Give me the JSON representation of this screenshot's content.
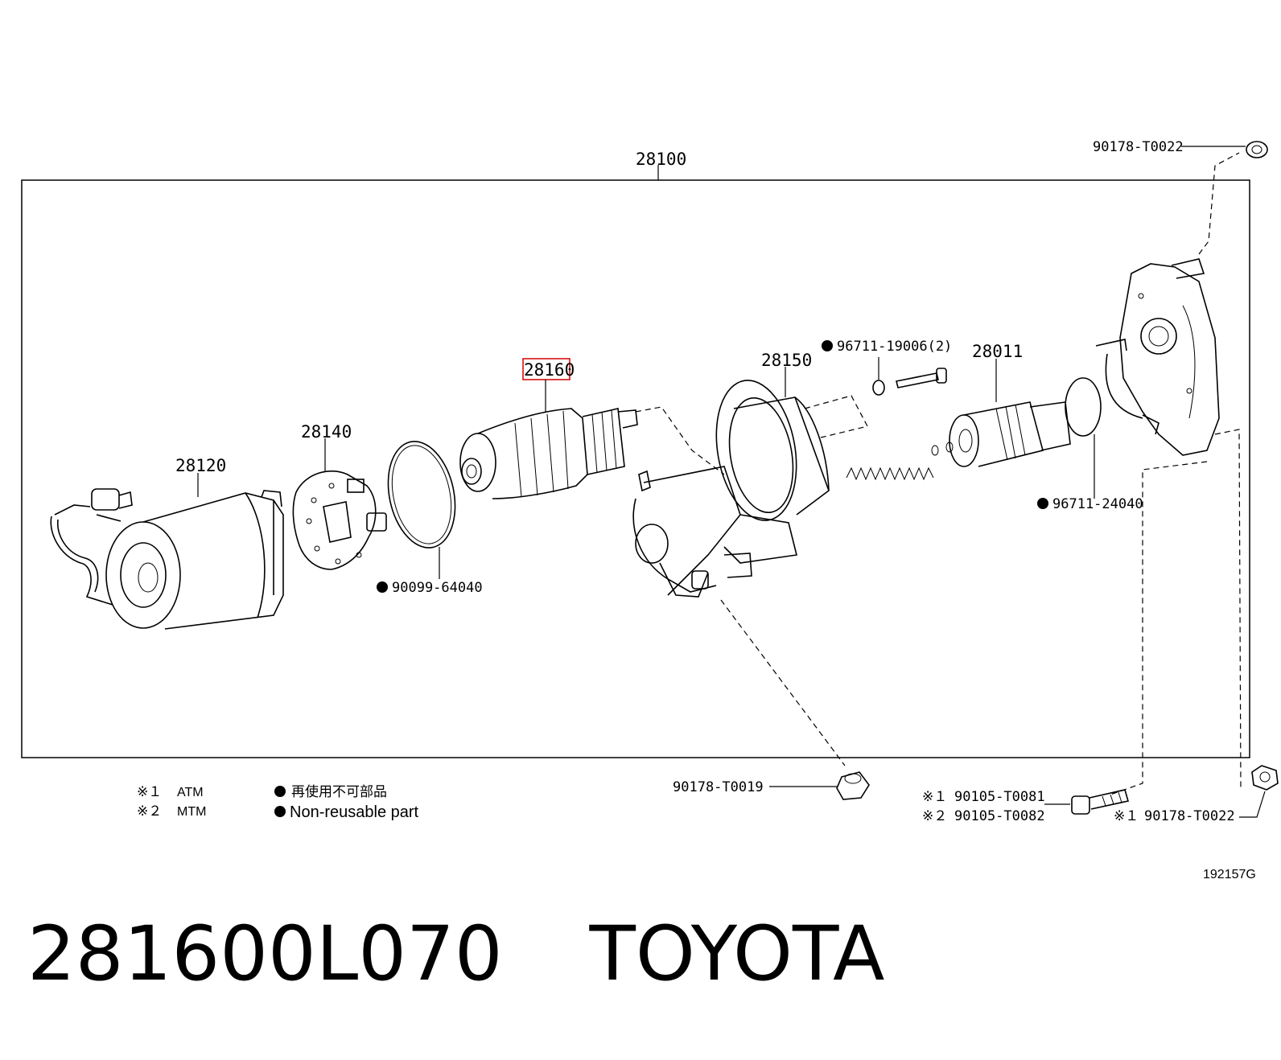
{
  "diagram": {
    "assembly_label": "28100",
    "parts": {
      "solenoid": "28120",
      "end_plate": "28140",
      "armature": "28160",
      "yoke_housing": "28150",
      "pinion_clutch": "28011"
    },
    "seals": {
      "o_ring_1": "90099-64040",
      "o_ring_2": "96711-24040",
      "o_ring_3": "96711-19006(2)"
    },
    "fasteners": {
      "nut_top": "90178-T0022",
      "nut_bottom": "90178-T0019",
      "bolt_atm": "90105-T0081",
      "bolt_mtm": "90105-T0082",
      "nut_atm": "90178-T0022",
      "mark_atm_1": "※１",
      "mark_mtm_2": "※２",
      "mark_atm_3": "※１"
    },
    "legend": {
      "atm_mark": "※１",
      "atm_label": "ATM",
      "mtm_mark": "※２",
      "mtm_label": "MTM",
      "bullet_jp": "再使用不可部品",
      "bullet_en": "Non-reusable part"
    },
    "diagram_code": "192157G",
    "highlight_color": "#d40000"
  },
  "footer": {
    "part_number": "281600L070",
    "brand": "TOYOTA"
  }
}
